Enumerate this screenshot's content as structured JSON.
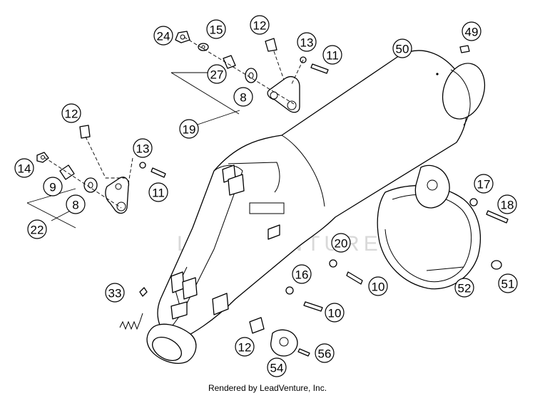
{
  "footer": {
    "credit": "Rendered by LeadVenture, Inc."
  },
  "watermark": {
    "text": "LEADVENTURE"
  },
  "callouts": [
    {
      "id": "c24",
      "label": "24"
    },
    {
      "id": "c15",
      "label": "15"
    },
    {
      "id": "c12a",
      "label": "12"
    },
    {
      "id": "c13a",
      "label": "13"
    },
    {
      "id": "c11a",
      "label": "11"
    },
    {
      "id": "c50",
      "label": "50"
    },
    {
      "id": "c49",
      "label": "49"
    },
    {
      "id": "c27",
      "label": "27"
    },
    {
      "id": "c8a",
      "label": "8"
    },
    {
      "id": "c19",
      "label": "19"
    },
    {
      "id": "c12b",
      "label": "12"
    },
    {
      "id": "c13b",
      "label": "13"
    },
    {
      "id": "c14",
      "label": "14"
    },
    {
      "id": "c11b",
      "label": "11"
    },
    {
      "id": "c9",
      "label": "9"
    },
    {
      "id": "c8b",
      "label": "8"
    },
    {
      "id": "c22",
      "label": "22"
    },
    {
      "id": "c17",
      "label": "17"
    },
    {
      "id": "c18",
      "label": "18"
    },
    {
      "id": "c20",
      "label": "20"
    },
    {
      "id": "c16",
      "label": "16"
    },
    {
      "id": "c10a",
      "label": "10"
    },
    {
      "id": "c10b",
      "label": "10"
    },
    {
      "id": "c52",
      "label": "52"
    },
    {
      "id": "c51",
      "label": "51"
    },
    {
      "id": "c33",
      "label": "33"
    },
    {
      "id": "c12c",
      "label": "12"
    },
    {
      "id": "c56",
      "label": "56"
    },
    {
      "id": "c54",
      "label": "54"
    }
  ]
}
